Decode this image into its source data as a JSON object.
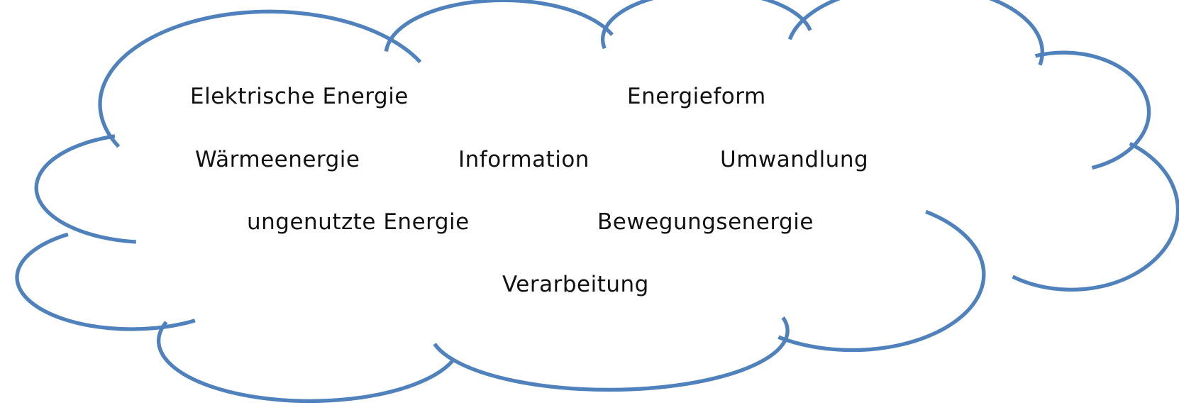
{
  "diagram": {
    "cloud_color": "#4f81bd",
    "words": [
      "Elektrische Energie",
      "Energieform",
      "Wärmeenergie",
      "Information",
      "Umwandlung",
      "ungenutzte Energie",
      "Bewegungsenergie",
      "Verarbeitung"
    ]
  }
}
